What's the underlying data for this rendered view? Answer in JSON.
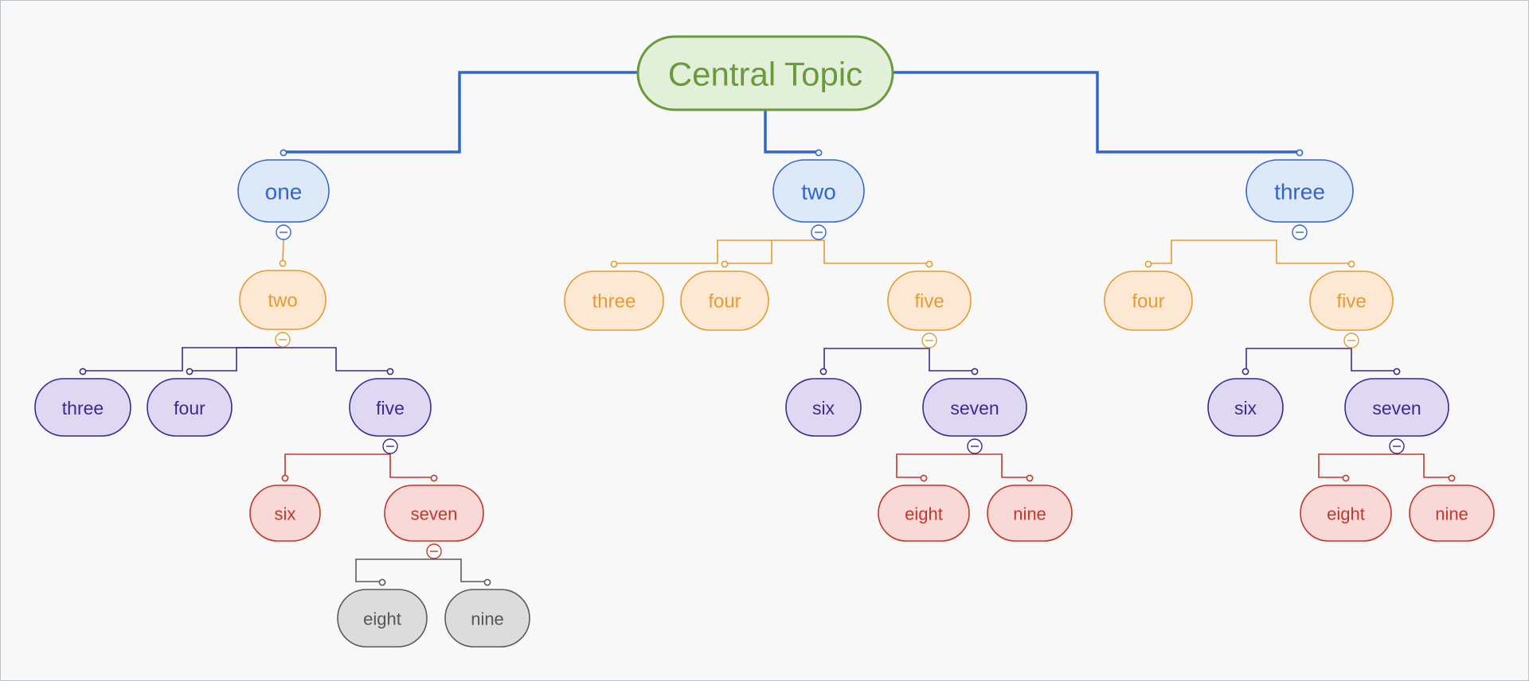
{
  "diagram": {
    "type": "mind-map",
    "root": {
      "label": "Central Topic",
      "children": [
        {
          "label": "one",
          "children": [
            {
              "label": "two",
              "children": [
                {
                  "label": "three"
                },
                {
                  "label": "four"
                },
                {
                  "label": "five",
                  "children": [
                    {
                      "label": "six"
                    },
                    {
                      "label": "seven",
                      "children": [
                        {
                          "label": "eight"
                        },
                        {
                          "label": "nine"
                        }
                      ]
                    }
                  ]
                }
              ]
            }
          ]
        },
        {
          "label": "two",
          "children": [
            {
              "label": "three"
            },
            {
              "label": "four"
            },
            {
              "label": "five",
              "children": [
                {
                  "label": "six"
                },
                {
                  "label": "seven",
                  "children": [
                    {
                      "label": "eight"
                    },
                    {
                      "label": "nine"
                    }
                  ]
                }
              ]
            }
          ]
        },
        {
          "label": "three",
          "children": [
            {
              "label": "four"
            },
            {
              "label": "five",
              "children": [
                {
                  "label": "six"
                },
                {
                  "label": "seven",
                  "children": [
                    {
                      "label": "eight"
                    },
                    {
                      "label": "nine"
                    }
                  ]
                }
              ]
            }
          ]
        }
      ]
    },
    "level_colors": [
      {
        "fill": "#e2efd9",
        "stroke": "#6a9a3c",
        "text": "#6a9a3c"
      },
      {
        "fill": "#dde8f9",
        "stroke": "#3366cc",
        "text": "#3366cc"
      },
      {
        "fill": "#fde9d3",
        "stroke": "#e69a30",
        "text": "#e69a30"
      },
      {
        "fill": "#e0d7f2",
        "stroke": "#3b2a8f",
        "text": "#3b2a8f"
      },
      {
        "fill": "#f8d9d7",
        "stroke": "#c0392b",
        "text": "#c0392b"
      },
      {
        "fill": "#dcdcdc",
        "stroke": "#5a5a5a",
        "text": "#555555"
      }
    ],
    "root_connector_color": "#3366cc",
    "collapse_icon": "minus-circle-icon",
    "anchor_icon": "connector-dot-icon"
  }
}
